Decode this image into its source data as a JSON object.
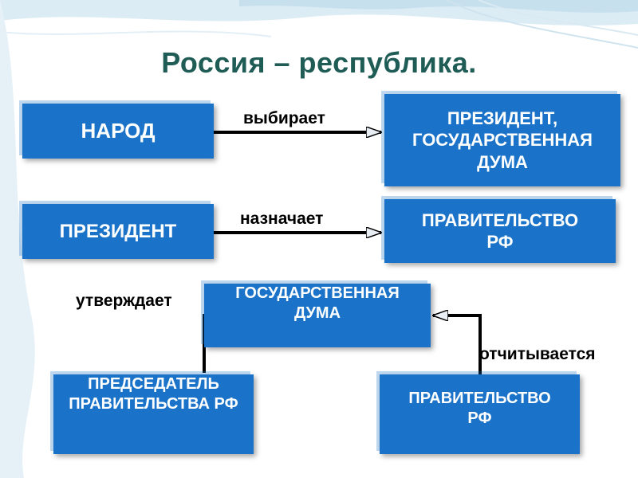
{
  "title": "Россия – республика.",
  "nodes": {
    "narod": "НАРОД",
    "president_duma": "ПРЕЗИДЕНТ, ГОСУДАРСТВЕННАЯ ДУМА",
    "president": "ПРЕЗИДЕНТ",
    "government_1": "ПРАВИТЕЛЬСТВО РФ",
    "duma": "ГОСУДАРСТВЕННАЯ ДУМА",
    "chairman": "ПРЕДСЕДАТЕЛЬ ПРАВИТЕЛЬСТВА РФ",
    "government_2": "ПРАВИТЕЛЬСТВО РФ"
  },
  "edges": {
    "elects": "выбирает",
    "appoints": "назначает",
    "approves": "утверждает",
    "reports": "отчитывается"
  },
  "colors": {
    "box": "#1a73c9",
    "title": "#1f5c56",
    "arrow": "#000000"
  }
}
